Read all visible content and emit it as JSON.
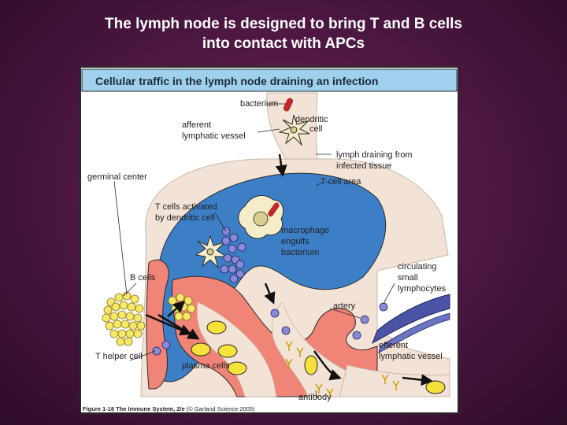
{
  "slide_title": {
    "line1": "The lymph node is designed to bring T and B cells",
    "line2": "into contact with APCs"
  },
  "figure": {
    "title": "Cellular traffic in the lymph node draining an infection",
    "labels": {
      "bacterium": "bacterium",
      "dendritic_cell_1": "dendritic",
      "dendritic_cell_2": "cell",
      "afferent_1": "afferent",
      "afferent_2": "lymphatic vessel",
      "lymph_draining_1": "lymph draining from",
      "lymph_draining_2": "infected tissue",
      "germinal_center": "germinal center",
      "t_cell_area": "T-cell area",
      "t_cells_activated_1": "T cells activated",
      "t_cells_activated_2": "by dendritic cell",
      "macrophage_1": "macrophage",
      "macrophage_2": "engulfs",
      "macrophage_3": "bacterium",
      "b_cells": "B cells",
      "circulating_1": "circulating",
      "circulating_2": "small",
      "circulating_3": "lymphocytes",
      "artery": "artery",
      "efferent_1": "efferent",
      "efferent_2": "lymphatic vessel",
      "t_helper_cell": "T helper cell",
      "plasma_cells": "plasma cells",
      "antibody": "antibody"
    },
    "caption": {
      "bold": "Figure 1-18 The Immune System, 2/e",
      "rest": " (© Garland Science 2005)"
    },
    "colors": {
      "title_bar": "#9fd0ee",
      "vessel": "#f3e3d6",
      "t_cell_area": "#3d7fc7",
      "follicle": "#f08476",
      "artery": "#4b53a6",
      "plasma_cell": "#f4e23a",
      "border": "#2a2a2a"
    }
  }
}
